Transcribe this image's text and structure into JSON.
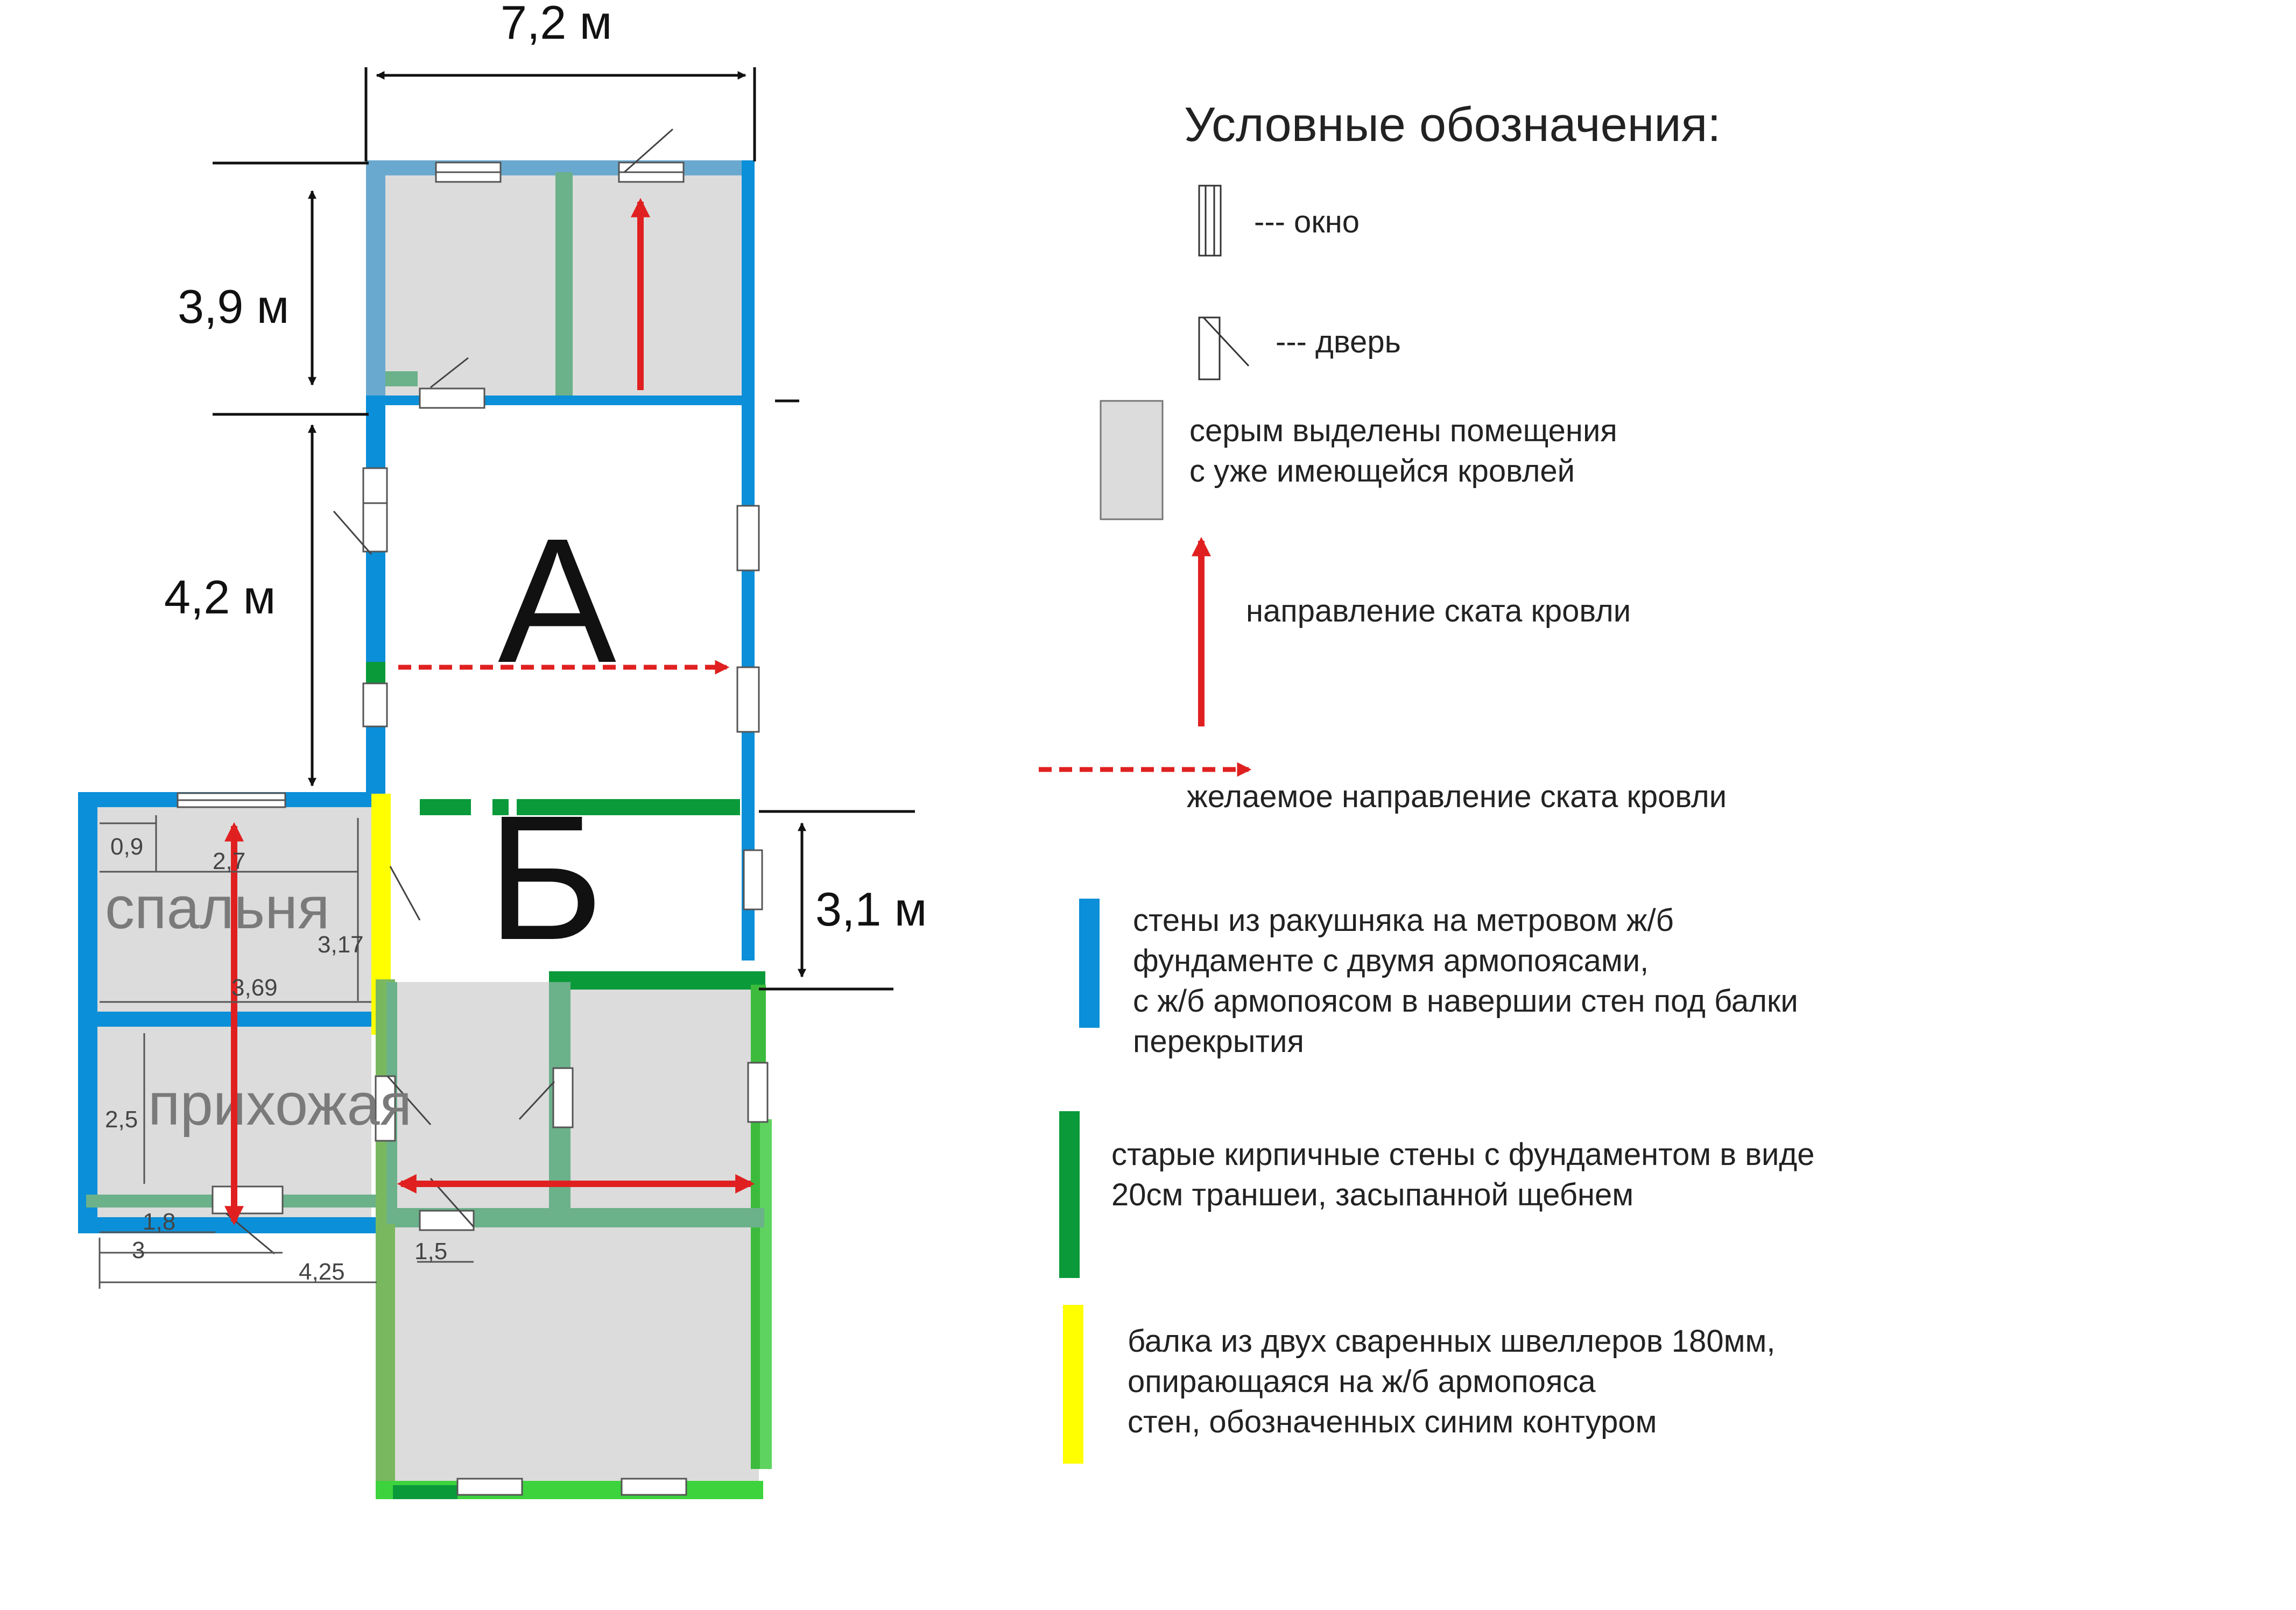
{
  "dimensions": {
    "total_width": "7,2 м",
    "top_room_height": "3,9 м",
    "room_a_height": "4,2 м",
    "room_b_height": "3,1 м"
  },
  "rooms": {
    "a_label": "А",
    "b_label": "Б",
    "bedroom": "спальня",
    "hallway": "прихожая"
  },
  "small_dims": {
    "d_0_9": "0,9",
    "d_2_7": "2,7",
    "d_3_17": "3,17",
    "d_3_69": "3,69",
    "d_2_5": "2,5",
    "d_1_8": "1,8",
    "d_3": "3",
    "d_4_25": "4,25",
    "d_1_5": "1,5"
  },
  "legend": {
    "title": "Условные обозначения:",
    "window": "---   окно",
    "door": "---   дверь",
    "gray_line1": "серым выделены помещения",
    "gray_line2": " с уже имеющейся кровлей",
    "slope": "направление ската кровли",
    "desired_slope": "желаемое направление ската кровли",
    "blue_line1": "стены из ракушняка на метровом ж/б",
    "blue_line2": "фундаменте с двумя армопоясами,",
    "blue_line3": "с ж/б армопоясом в навершии стен под балки",
    "blue_line4": "перекрытия",
    "green_line1": "старые кирпичные стены с фундаментом в виде",
    "green_line2": "20см траншеи, засыпанной щебнем",
    "yellow_line1": "балка из двух сваренных швеллеров 180мм,",
    "yellow_line2": " опирающаяся на ж/б армопояса",
    "yellow_line3": "стен, обозначенных синим контуром"
  },
  "colors": {
    "blue_wall": "#0b8fd8",
    "pale_blue_wall": "#6aa9cf",
    "green_wall": "#0a9a3a",
    "pale_green_wall": "#6bb18a",
    "yellow_beam": "#ffff00",
    "roof_gray": "#dcdcdc",
    "arrow_red": "#e02020"
  }
}
